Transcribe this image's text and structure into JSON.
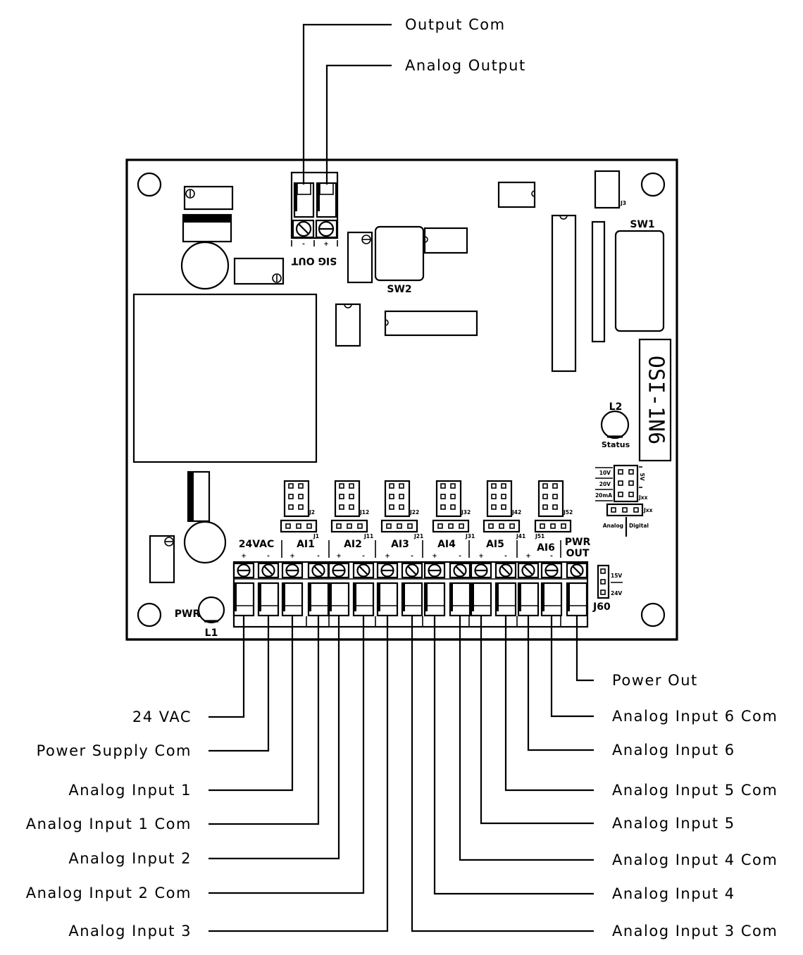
{
  "board": {
    "model_label": "OSI-1N6",
    "components": {
      "sw1_label": "SW1",
      "sw2_label": "SW2",
      "j3_label": "J3",
      "l1_label": "L1",
      "pwr_label": "PWR",
      "l2_label": "L2",
      "status_label": "Status",
      "j60_label": "J60",
      "j60_options": [
        "15V",
        "24V"
      ],
      "jxx_label": "Jxx",
      "voltage_options": [
        "10V",
        "20V",
        "20mA"
      ],
      "voltage_side_label": "5V",
      "mode_options": [
        "Analog",
        "Digital"
      ]
    },
    "output_block": {
      "label": "SIG OUT",
      "polarity": [
        "-",
        "+"
      ]
    },
    "input_groups": [
      {
        "label": "24VAC",
        "jumper_top": "",
        "jumper_bottom": "",
        "polarity": [
          "+",
          "-"
        ]
      },
      {
        "label": "AI1",
        "jumper_top": "J2",
        "jumper_bottom": "J1",
        "polarity": [
          "+",
          "-"
        ]
      },
      {
        "label": "AI2",
        "jumper_top": "J12",
        "jumper_bottom": "J11",
        "polarity": [
          "+",
          "-"
        ]
      },
      {
        "label": "AI3",
        "jumper_top": "J22",
        "jumper_bottom": "J21",
        "polarity": [
          "+",
          "-"
        ]
      },
      {
        "label": "AI4",
        "jumper_top": "J32",
        "jumper_bottom": "J31",
        "polarity": [
          "+",
          "-"
        ]
      },
      {
        "label": "AI5",
        "jumper_top": "J42",
        "jumper_bottom": "J41",
        "polarity": [
          "+",
          "-"
        ]
      },
      {
        "label": "AI6",
        "jumper_top": "J52",
        "jumper_bottom": "J51",
        "polarity": [
          "+",
          "-"
        ]
      },
      {
        "label": "PWR OUT",
        "jumper_top": "",
        "jumper_bottom": "",
        "polarity": []
      }
    ]
  },
  "callouts": {
    "top": [
      {
        "label": "Output Com",
        "terminal": "SIG OUT -"
      },
      {
        "label": "Analog Output",
        "terminal": "SIG OUT +"
      }
    ],
    "left": [
      {
        "label": "24 VAC",
        "terminal": 1
      },
      {
        "label": "Power Supply Com",
        "terminal": 2
      },
      {
        "label": "Analog Input 1",
        "terminal": 3
      },
      {
        "label": "Analog Input 1 Com",
        "terminal": 4
      },
      {
        "label": "Analog Input 2",
        "terminal": 5
      },
      {
        "label": "Analog Input 2 Com",
        "terminal": 6
      },
      {
        "label": "Analog Input 3",
        "terminal": 7
      }
    ],
    "right": [
      {
        "label": "Power Out",
        "terminal": 15
      },
      {
        "label": "Analog Input 6 Com",
        "terminal": 14
      },
      {
        "label": "Analog Input 6",
        "terminal": 13
      },
      {
        "label": "Analog Input 5 Com",
        "terminal": 12
      },
      {
        "label": "Analog Input 5",
        "terminal": 11
      },
      {
        "label": "Analog Input 4 Com",
        "terminal": 10
      },
      {
        "label": "Analog Input 4",
        "terminal": 9
      },
      {
        "label": "Analog Input 3 Com",
        "terminal": 8
      }
    ]
  }
}
